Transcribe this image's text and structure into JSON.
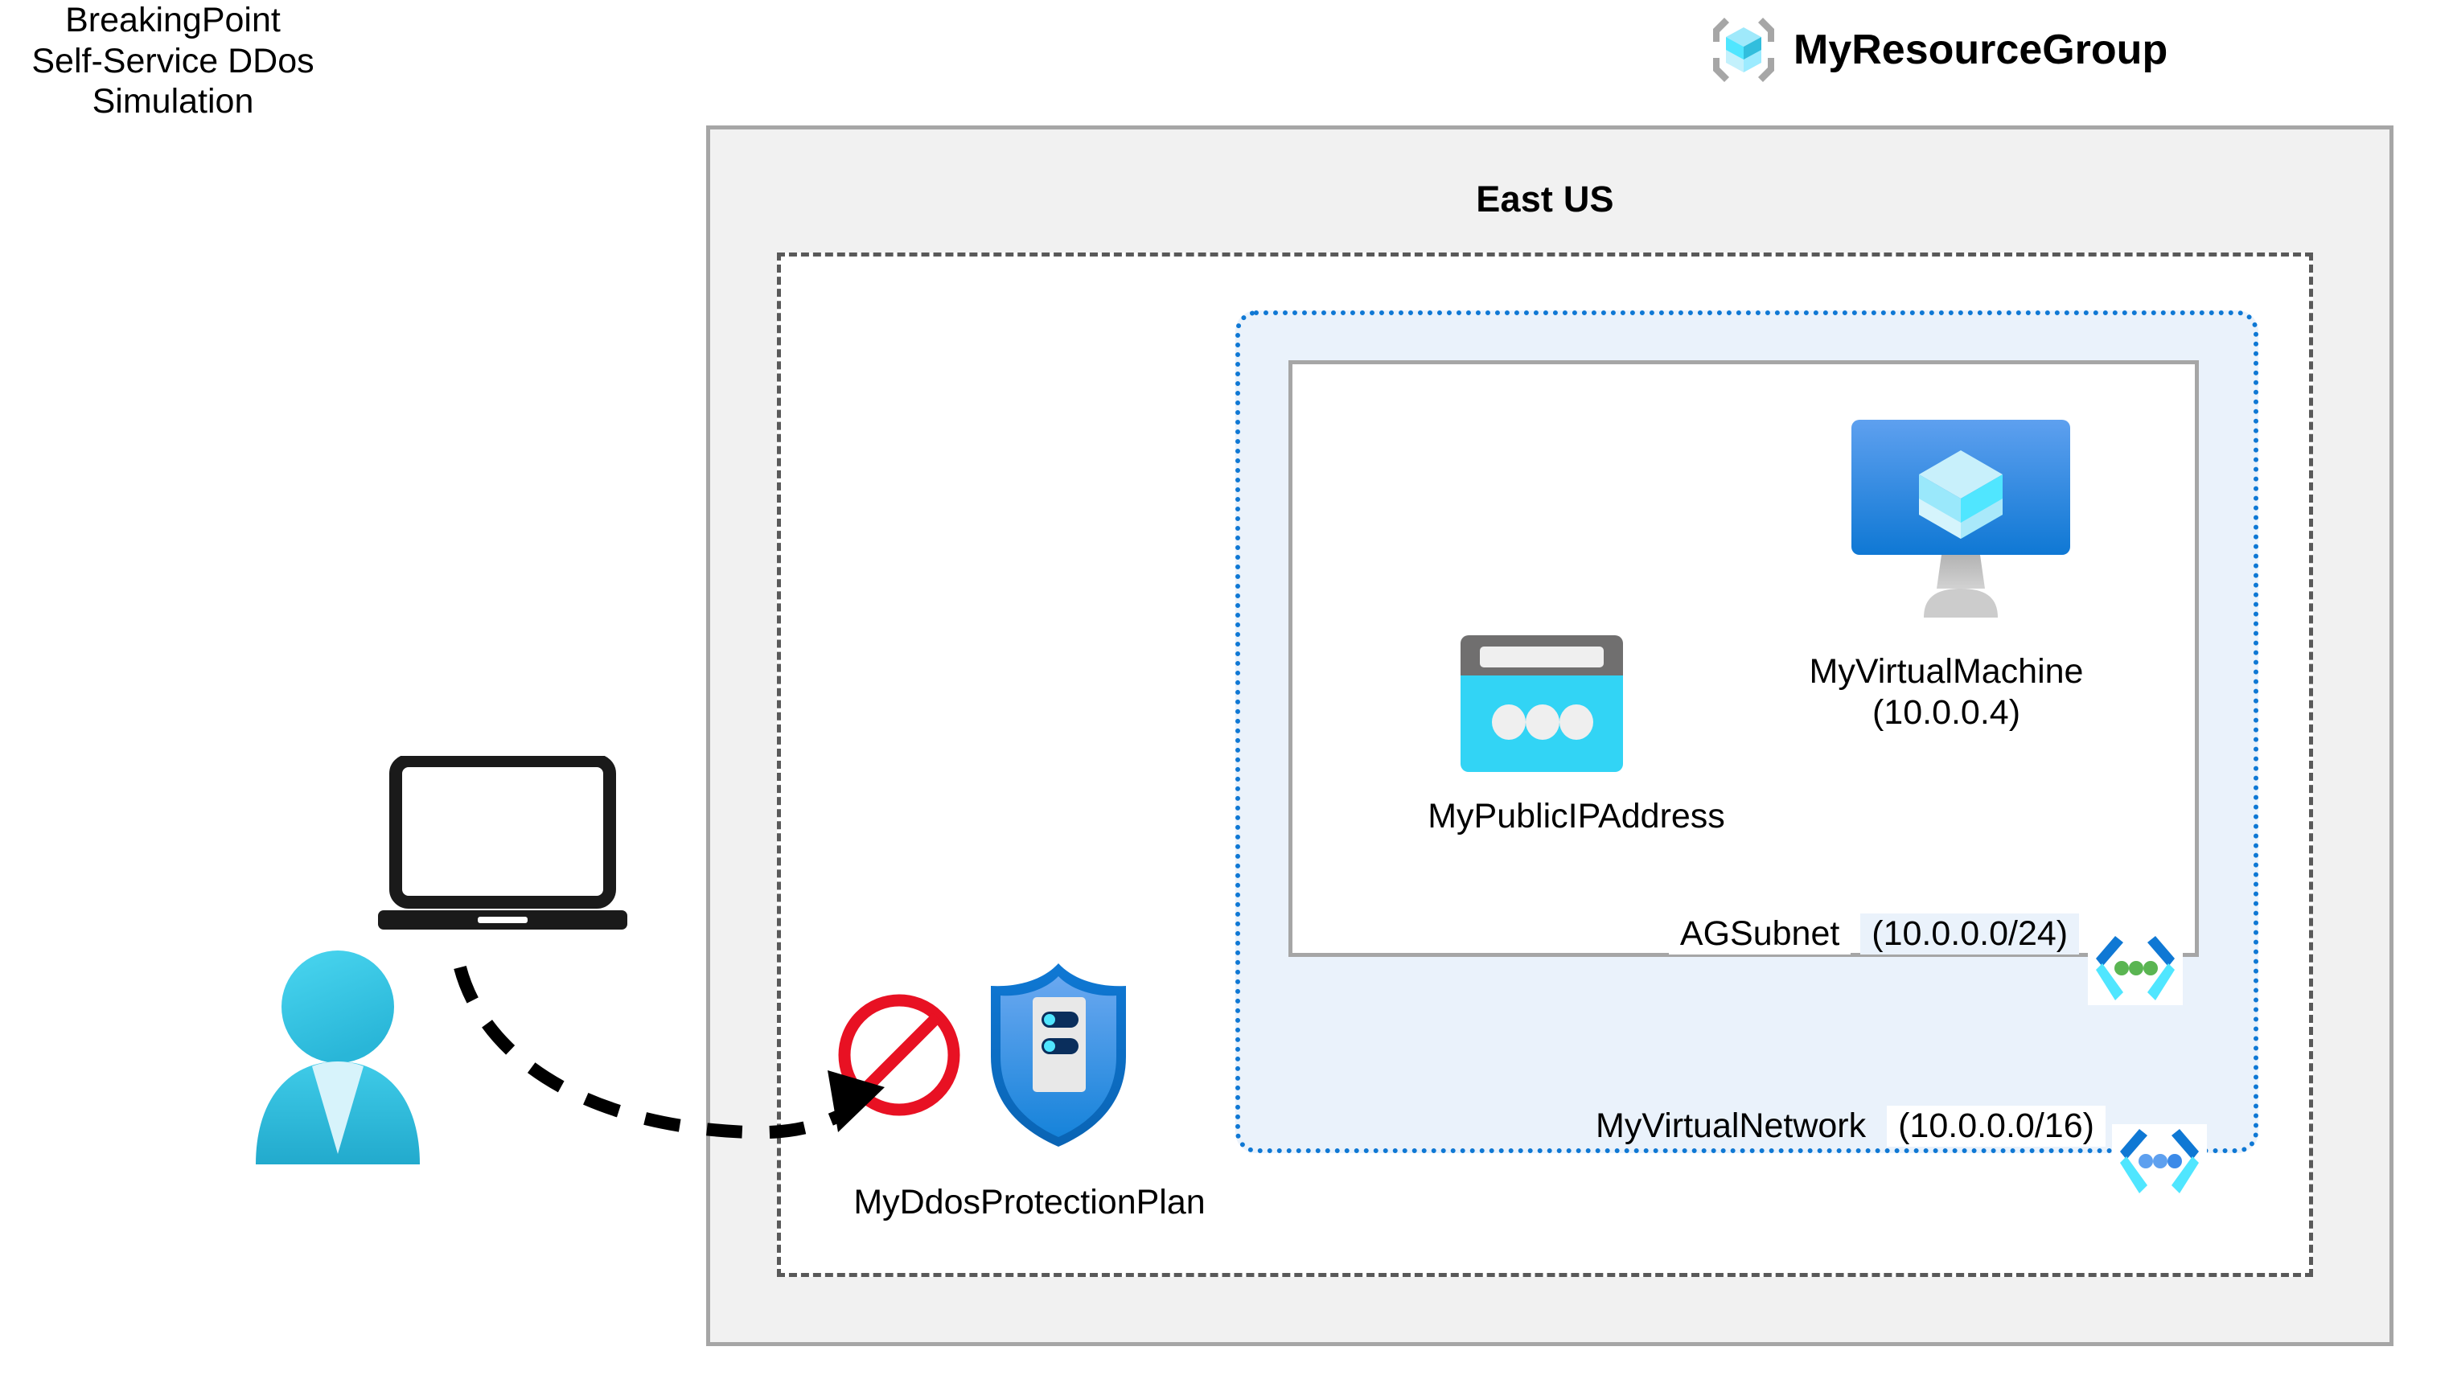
{
  "resource_group": {
    "icon": "resource-group-cube-icon",
    "label": "MyResourceGroup"
  },
  "region": {
    "label": "East US"
  },
  "virtual_network": {
    "name": "MyVirtualNetwork",
    "cidr": "(10.0.0.0/16)",
    "icon": "virtual-network-icon",
    "border_color": "#0f78d4",
    "fill_color": "#eaf2fb"
  },
  "subnet": {
    "name": "AGSubnet",
    "cidr": "(10.0.0.0/24)",
    "icon": "subnet-icon",
    "border_color": "#a6a6a6",
    "fill_color": "#ffffff"
  },
  "virtual_machine": {
    "name": "MyVirtualMachine",
    "ip": "(10.0.0.4)",
    "icon": "virtual-machine-icon"
  },
  "public_ip": {
    "name": "MyPublicIPAddress",
    "icon": "public-ip-address-icon"
  },
  "ddos_plan": {
    "name": "MyDdosProtectionPlan",
    "icon": "ddos-protection-shield-icon",
    "blocked_icon": "no-entry-icon",
    "blocked_color": "#e81123"
  },
  "client": {
    "label_line1": "BreakingPoint",
    "label_line2": "Self-Service DDos",
    "label_line3": "Simulation",
    "laptop_icon": "laptop-icon",
    "user_icon": "user-person-icon"
  },
  "connection": {
    "icon": "dashed-arrow-icon",
    "style": "dashed-curved-arrow",
    "color": "#000000"
  }
}
